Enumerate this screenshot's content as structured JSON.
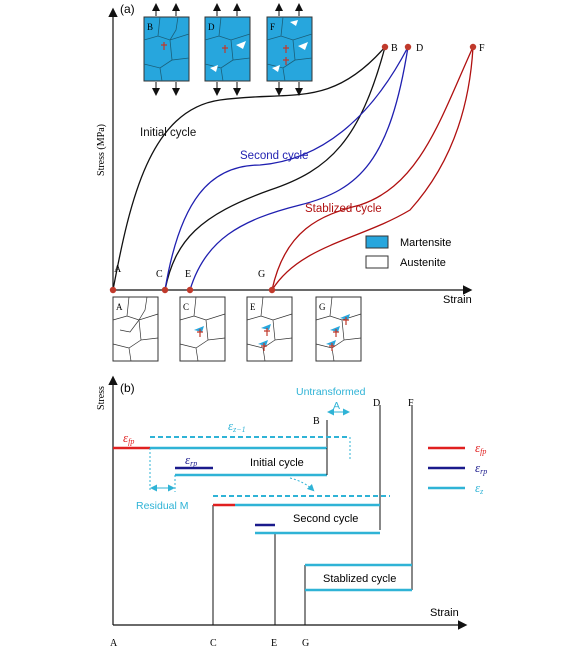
{
  "panel_a": {
    "label": "(a)",
    "y_axis_label": "Stress (MPa)",
    "x_axis_label": "Strain",
    "cycles": {
      "initial": "Initial cycle",
      "second": "Second cycle",
      "stabilized": "Stablized cycle"
    },
    "points": {
      "A": "A",
      "C": "C",
      "E": "E",
      "G": "G",
      "B": "B",
      "D": "D",
      "F": "F"
    },
    "legend": {
      "martensite": "Martensite",
      "austenite": "Austenite"
    },
    "grain_labels_top": [
      "B",
      "D",
      "F"
    ],
    "grain_labels_bottom": [
      "A",
      "C",
      "E",
      "G"
    ],
    "colors": {
      "initial": "#111111",
      "second": "#1f1fb0",
      "stabilized": "#b01010",
      "point": "#c0392b",
      "martensite": "#27a6dd"
    }
  },
  "panel_b": {
    "label": "(b)",
    "y_axis_label": "Stress",
    "x_axis_label": "Strain",
    "x_ticks": [
      "A",
      "C",
      "E",
      "G"
    ],
    "peak_labels": [
      "B",
      "D",
      "F"
    ],
    "untransformed_label": "Untransformed",
    "untransformed_sub": "A",
    "residual_label": "Residual M",
    "cycle_labels": {
      "initial": "Initial cycle",
      "second": "Second cycle",
      "stabilized": "Stablized cycle"
    },
    "eps_symbol": "ε",
    "sub_fp": "fp",
    "sub_rp": "rp",
    "sub_z": "z",
    "sub_z1": "z−1",
    "colors": {
      "fp": "#e02020",
      "rp": "#1a1a8c",
      "z": "#2fb3d6"
    }
  }
}
